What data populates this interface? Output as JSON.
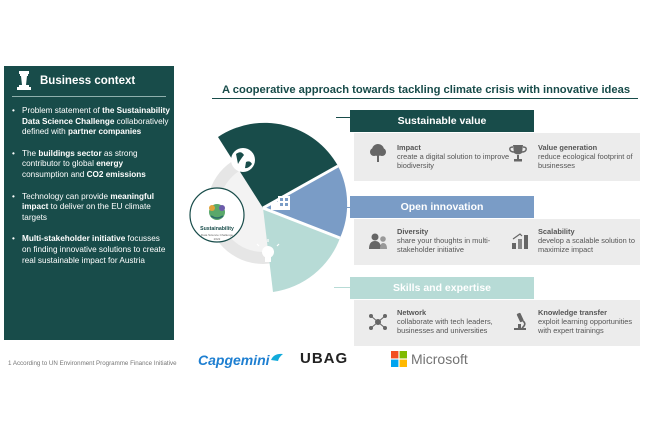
{
  "headline": "A cooperative approach towards tackling climate crisis with innovative ideas",
  "business_context": {
    "title": "Business context",
    "items": [
      {
        "pre": "Problem statement of ",
        "b1": "the Sustainability Data Science Challenge",
        "mid": " collaboratively defined with ",
        "b2": "partner companies",
        "post": ""
      },
      {
        "pre": "The ",
        "b1": "buildings sector",
        "mid": " as strong contributor to global ",
        "b2": "energy",
        "post": " consumption and ",
        "b3": "CO2 emissions"
      },
      {
        "pre": "Technology can provide ",
        "b1": "meaningful impact",
        "mid": " to deliver on the EU climate targets",
        "b2": "",
        "post": ""
      },
      {
        "pre": "",
        "b1": "Multi-stakeholder initiative",
        "mid": " focusses on finding innovative solutions to create real sustainable impact for Austria",
        "b2": "",
        "post": ""
      }
    ]
  },
  "center_logo": {
    "title": "Sustainability",
    "subtitle": "Data Science Challenge 2022"
  },
  "sections": [
    {
      "title": "Sustainable value",
      "items": [
        {
          "title": "Impact",
          "text": "create a digital solution to improve biodiversity",
          "icon": "tree-icon"
        },
        {
          "title": "Value generation",
          "text": "reduce ecological footprint of businesses",
          "icon": "trophy-icon"
        }
      ]
    },
    {
      "title": "Open innovation",
      "items": [
        {
          "title": "Diversity",
          "text": "share your thoughts in multi-stakeholder initiative",
          "icon": "people-icon"
        },
        {
          "title": "Scalability",
          "text": "develop a scalable solution to maximize impact",
          "icon": "growth-icon"
        }
      ]
    },
    {
      "title": "Skills and expertise",
      "items": [
        {
          "title": "Network",
          "text": "collaborate with tech leaders, businesses and universities",
          "icon": "network-icon"
        },
        {
          "title": "Knowledge transfer",
          "text": "exploit learning opportunities with expert trainings",
          "icon": "microscope-icon"
        }
      ]
    }
  ],
  "footnote": "1 According to UN Environment Programme Finance Initiative",
  "logos": {
    "capgemini": "Capgemini",
    "ubag": "UBAG",
    "microsoft": "Microsoft"
  },
  "colors": {
    "dark_teal": "#184c4a",
    "steel_blue": "#7a9cc6",
    "light_teal": "#b7dbd6",
    "card_grey": "#ececec"
  }
}
